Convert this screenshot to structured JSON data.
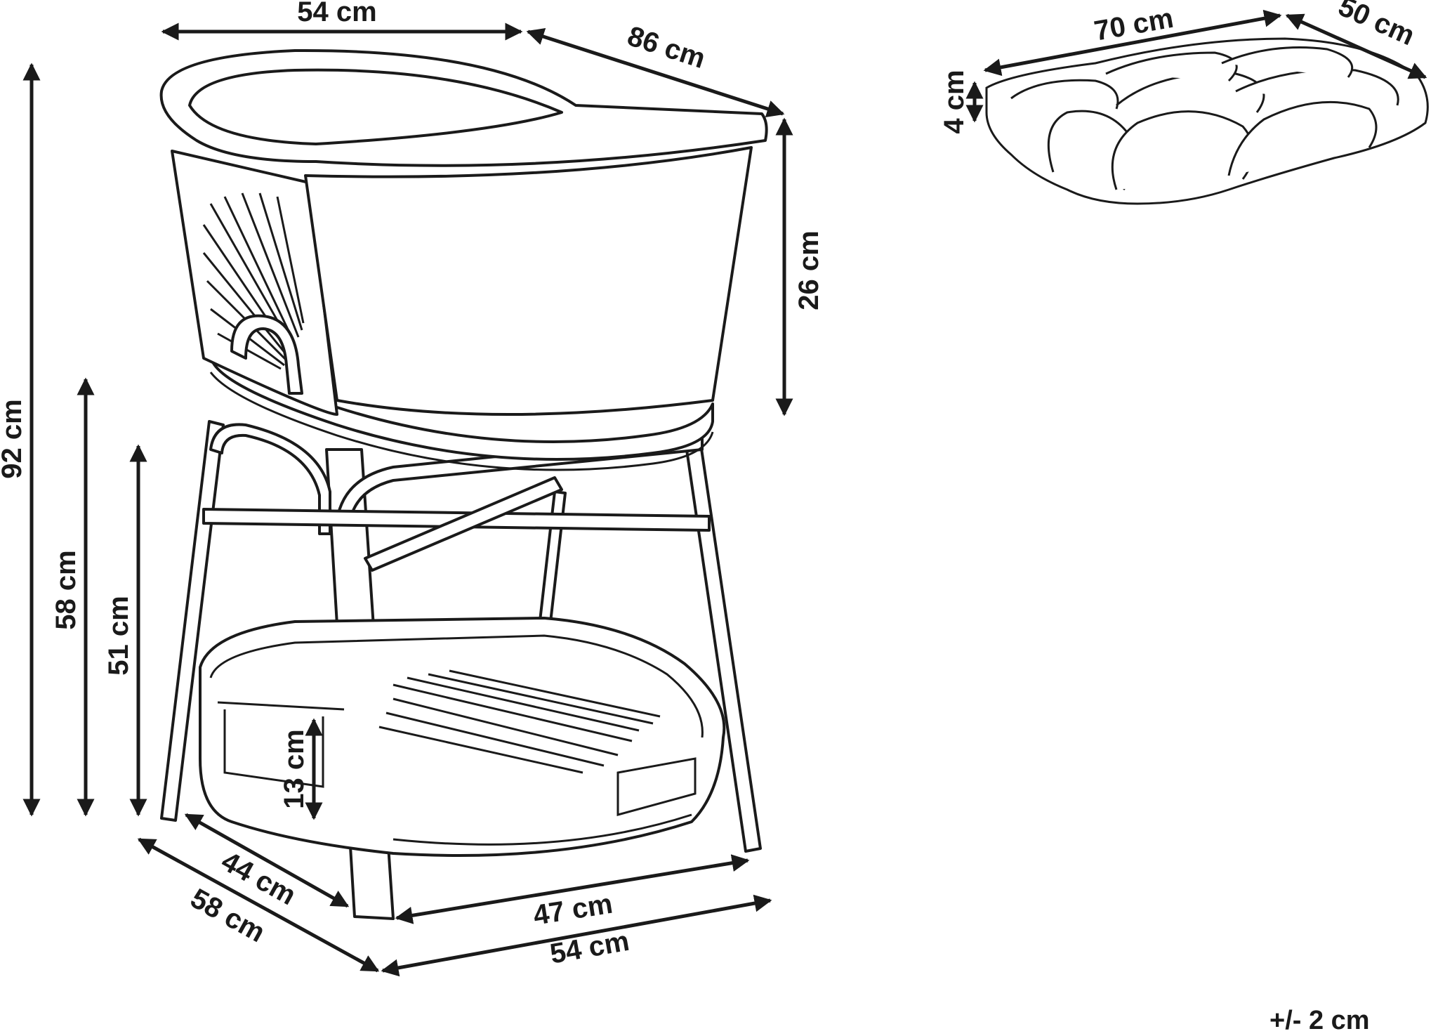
{
  "colors": {
    "ink": "#1a1a1a",
    "background": "#ffffff"
  },
  "diagram": {
    "chair": {
      "top_width": "54 cm",
      "depth_top": "86 cm",
      "backrest_height": "26 cm",
      "total_height": "92 cm",
      "armrest_height": "58 cm",
      "seat_height": "51 cm",
      "basket_height": "13 cm",
      "inner_depth": "44 cm",
      "outer_depth": "58 cm",
      "inner_width": "47 cm",
      "outer_width": "54 cm"
    },
    "cushion": {
      "length": "70 cm",
      "width": "50 cm",
      "thickness": "4 cm"
    },
    "tolerance": "+/- 2 cm"
  }
}
